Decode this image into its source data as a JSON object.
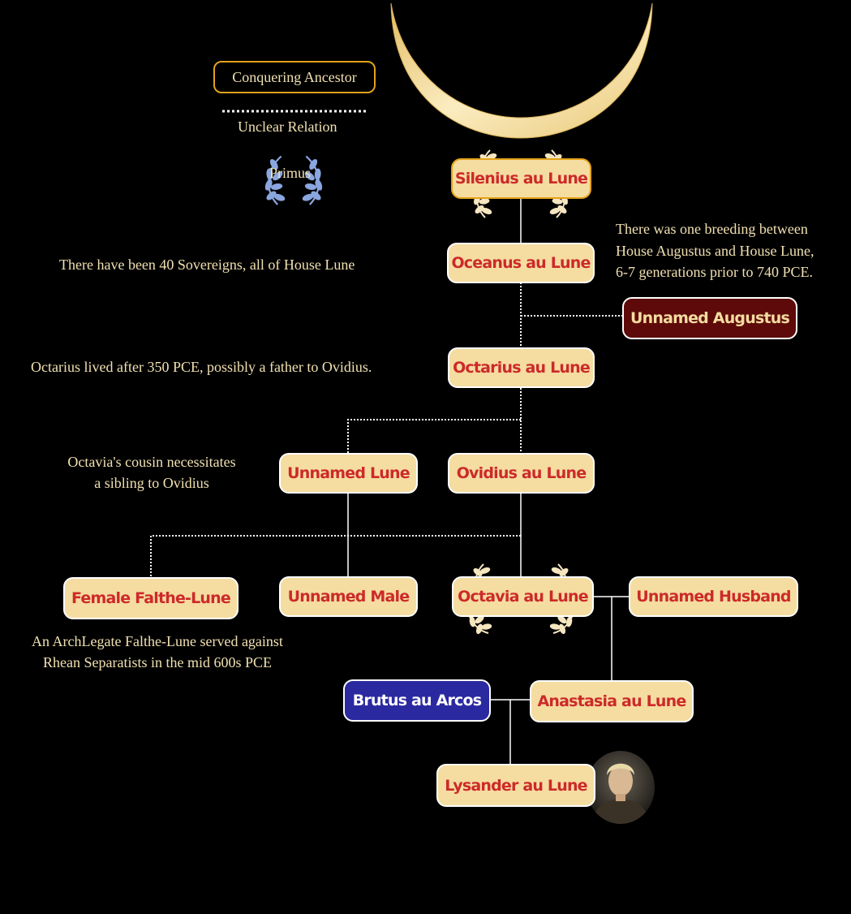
{
  "legend": {
    "ancestor_label": "Conquering Ancestor",
    "unclear_label": "Unclear Relation",
    "primus_label": "Primus"
  },
  "nodes": {
    "silenius": "Silenius au Lune",
    "oceanus": "Oceanus au Lune",
    "augustus": "Unnamed Augustus",
    "octarius": "Octarius au Lune",
    "unnamed_lune": "Unnamed Lune",
    "ovidius": "Ovidius au Lune",
    "falthe": "Female Falthe-Lune",
    "unnamed_male": "Unnamed Male",
    "octavia": "Octavia au Lune",
    "husband": "Unnamed Husband",
    "brutus": "Brutus au Arcos",
    "anastasia": "Anastasia au Lune",
    "lysander": "Lysander au Lune"
  },
  "notes": {
    "sovereigns": "There have been 40 Sovereigns, all of House Lune",
    "breeding_1": "There was one breeding between",
    "breeding_2": "House Augustus and House Lune,",
    "breeding_3": "6-7 generations prior to 740 PCE.",
    "octarius": "Octarius lived after 350 PCE, possibly a father to Ovidius.",
    "cousin_1": "Octavia's cousin necessitates",
    "cousin_2": "a sibling to Ovidius",
    "archlegate_1": "An ArchLegate Falthe-Lune served against",
    "archlegate_2": "Rhean Separatists in the mid 600s PCE"
  },
  "colors": {
    "background": "#000000",
    "node_fill": "#f5dca0",
    "node_text": "#cc2a2a",
    "ancestor_border": "#e3a21a",
    "augustus_fill": "#5e0a0a",
    "arcos_fill": "#2b29a0",
    "primus_laurel": "#8aa6e0",
    "crescent": "#f2dc98"
  }
}
